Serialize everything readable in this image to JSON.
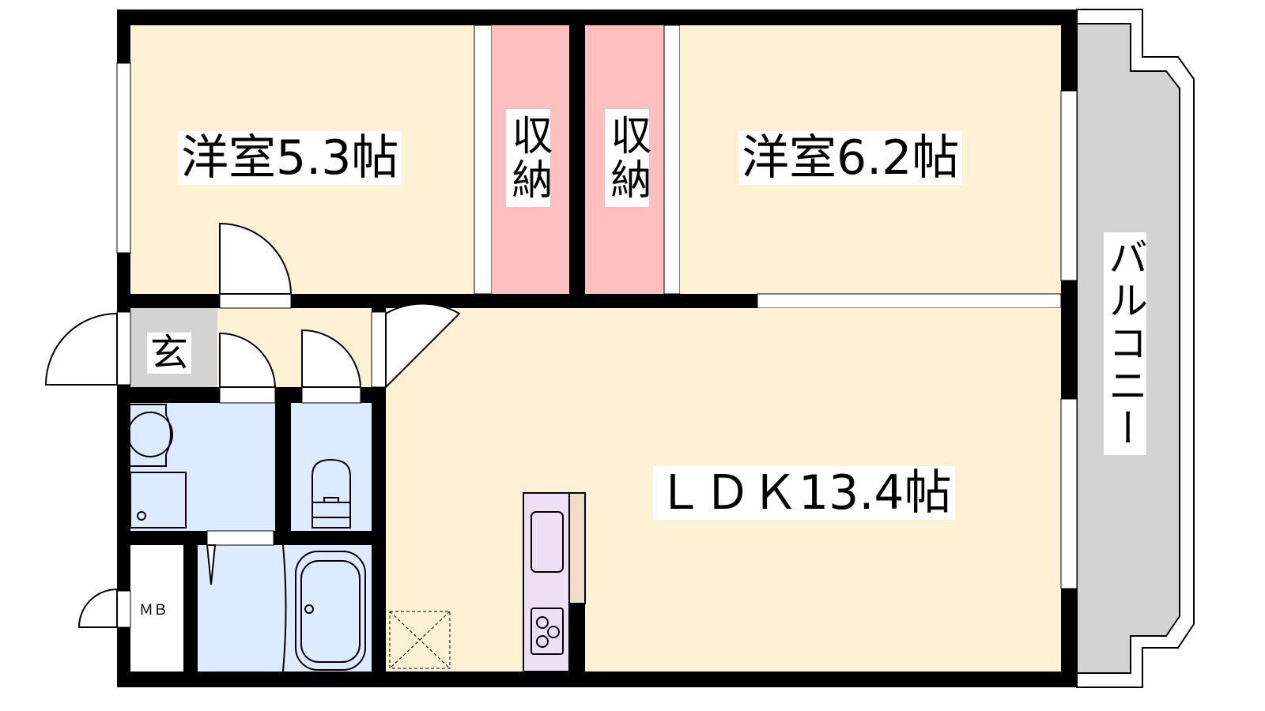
{
  "rooms": {
    "western_room_1": "洋室5.3帖",
    "closet_1": "収納",
    "closet_2": "収納",
    "western_room_2": "洋室6.2帖",
    "ldk": "ＬＤＫ13.4帖",
    "entrance": "玄",
    "meter_box": "ＭＢ",
    "balcony": "バルコニー"
  },
  "colors": {
    "room": "#FFF1D3",
    "closet": "#FFBFBF",
    "wet_area": "#DCEBFF",
    "entrance": "#D3D3D3",
    "balcony": "#D3D3D3",
    "kitchen": "#EEDFF5",
    "counter": "#EEDEC5",
    "wall": "#000000"
  }
}
